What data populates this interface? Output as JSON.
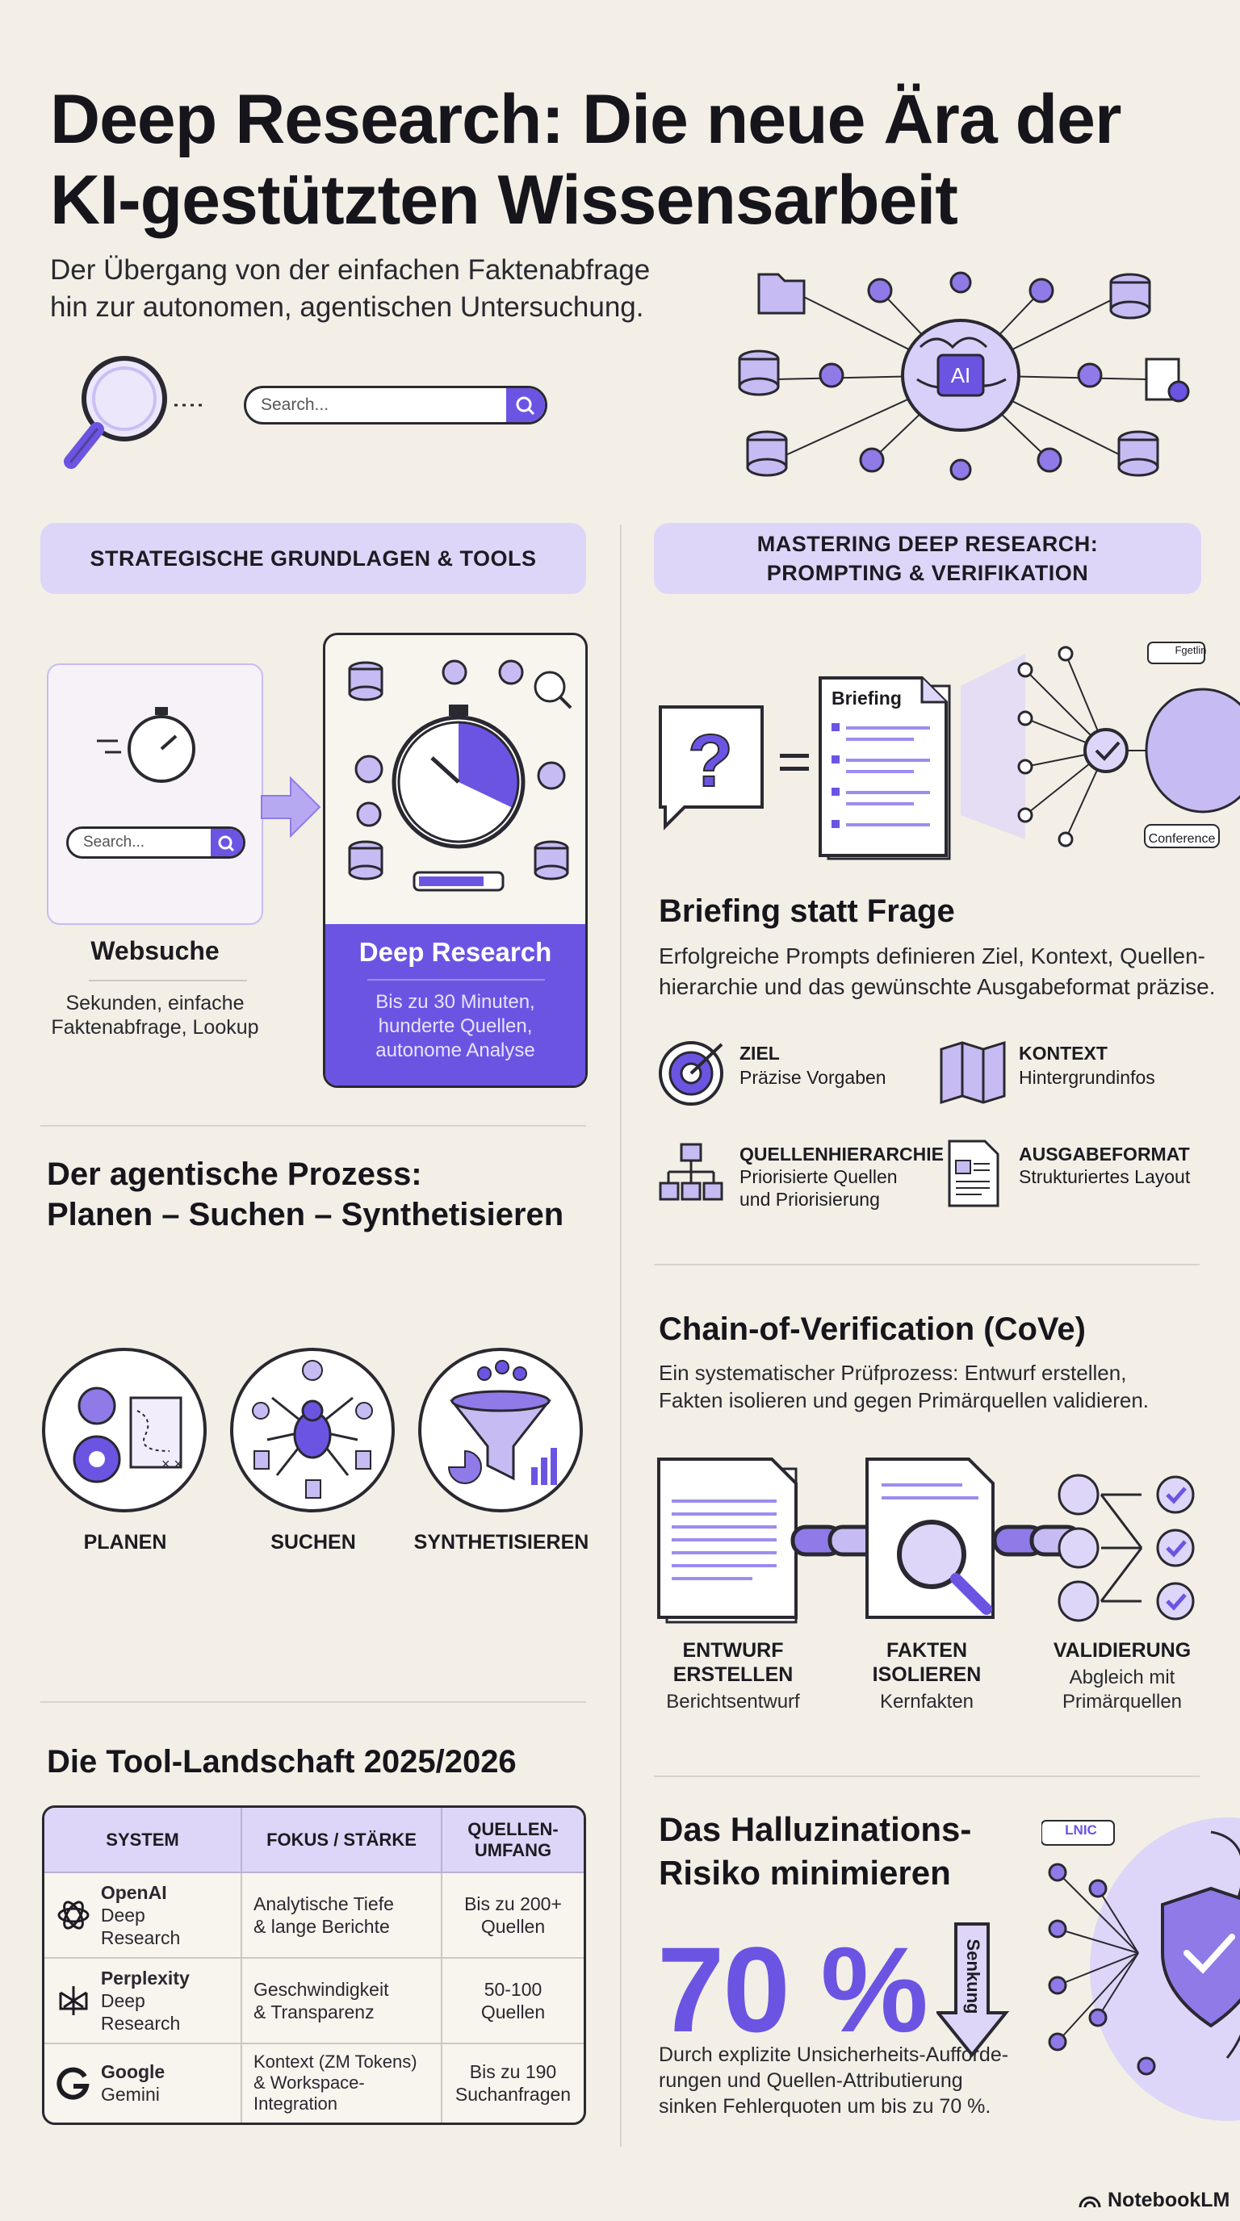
{
  "header": {
    "title_line1": "Deep Research: Die neue Ära der",
    "title_line2": "KI-gestützten Wissensarbeit",
    "subtitle_line1": "Der Übergang von der einfachen Faktenabfrage",
    "subtitle_line2": "hin zur autonomen, agentischen Untersuchung.",
    "search_placeholder": "Search...",
    "ai_chip_label": "AI"
  },
  "left": {
    "section_head": "STRATEGISCHE GRUNDLAGEN & TOOLS",
    "web": {
      "search_placeholder": "Search...",
      "title": "Websuche",
      "desc_line1": "Sekunden, einfache",
      "desc_line2": "Faktenabfrage, Lookup"
    },
    "deep": {
      "title": "Deep Research",
      "desc_line1": "Bis zu 30 Minuten,",
      "desc_line2": "hunderte Quellen,",
      "desc_line3": "autonome Analyse"
    },
    "process": {
      "title_line1": "Der agentische Prozess:",
      "title_line2": "Planen – Suchen – Synthetisieren",
      "steps": [
        "PLANEN",
        "SUCHEN",
        "SYNTHETISIEREN"
      ]
    },
    "tools": {
      "title": "Die Tool-Landschaft 2025/2026",
      "headers": [
        "SYSTEM",
        "FOKUS / STÄRKE",
        "QUELLEN-\nUMFANG"
      ],
      "header_sys": "SYSTEM",
      "header_focus": "FOKUS / STÄRKE",
      "header_src1": "QUELLEN-",
      "header_src2": "UMFANG",
      "rows": [
        {
          "name": "OpenAI",
          "sub": "Deep Research",
          "focus1": "Analytische Tiefe",
          "focus2": "& lange Berichte",
          "src1": "Bis zu 200+",
          "src2": "Quellen"
        },
        {
          "name": "Perplexity",
          "sub": "Deep Research",
          "focus1": "Geschwindigkeit",
          "focus2": "& Transparenz",
          "src1": "50-100",
          "src2": "Quellen"
        },
        {
          "name": "Google",
          "sub": "Gemini",
          "focus1": "Kontext (ZM Tokens)",
          "focus2": "& Workspace-",
          "focus3": "Integration",
          "src1": "Bis zu 190",
          "src2": "Suchanfragen"
        }
      ]
    }
  },
  "right": {
    "section_head_line1": "MASTERING DEEP RESEARCH:",
    "section_head_line2": "PROMPTING & VERIFIKATION",
    "briefing_doc_label": "Briefing",
    "tag_top": "Fgetlin",
    "tag_bottom": "Conference",
    "briefing": {
      "title": "Briefing statt Frage",
      "desc_line1": "Erfolgreiche Prompts definieren Ziel, Kontext, Quellen-",
      "desc_line2": "hierarchie und das gewünschte Ausgabeformat präzise.",
      "items": [
        {
          "title": "ZIEL",
          "desc1": "Präzise Vorgaben",
          "desc2": ""
        },
        {
          "title": "KONTEXT",
          "desc1": "Hintergrundinfos",
          "desc2": ""
        },
        {
          "title": "QUELLENHIERARCHIE",
          "desc1": "Priorisierte Quellen",
          "desc2": "und Priorisierung"
        },
        {
          "title": "AUSGABEFORMAT",
          "desc1": "Strukturiertes Layout",
          "desc2": ""
        }
      ]
    },
    "cove": {
      "title": "Chain-of-Verification (CoVe)",
      "desc_line1": "Ein systematischer Prüfprozess: Entwurf erstellen,",
      "desc_line2": "Fakten isolieren und gegen Primärquellen validieren.",
      "steps": [
        {
          "t1": "ENTWURF",
          "t2": "ERSTELLEN",
          "d1": "Berichtsentwurf",
          "d2": ""
        },
        {
          "t1": "FAKTEN",
          "t2": "ISOLIEREN",
          "d1": "Kernfakten",
          "d2": ""
        },
        {
          "t1": "VALIDIERUNG",
          "t2": "",
          "d1": "Abgleich mit",
          "d2": "Primärquellen"
        }
      ]
    },
    "halluc": {
      "title_line1": "Das Halluzinations-",
      "title_line2": "Risiko minimieren",
      "stat": "70 %",
      "arrow_label": "Senkung",
      "badge": "LNIC",
      "desc_line1": "Durch explizite Unsicherheits-Aufforde-",
      "desc_line2": "rungen und Quellen-Attributierung",
      "desc_line3": "sinken Fehlerquoten um bis zu 70 %."
    }
  },
  "footer": {
    "brand": "NotebookLM"
  },
  "colors": {
    "accent": "#6c54e3",
    "accent_light": "#ddd6f8",
    "background": "#f3efe6",
    "ink": "#1d1b22"
  }
}
